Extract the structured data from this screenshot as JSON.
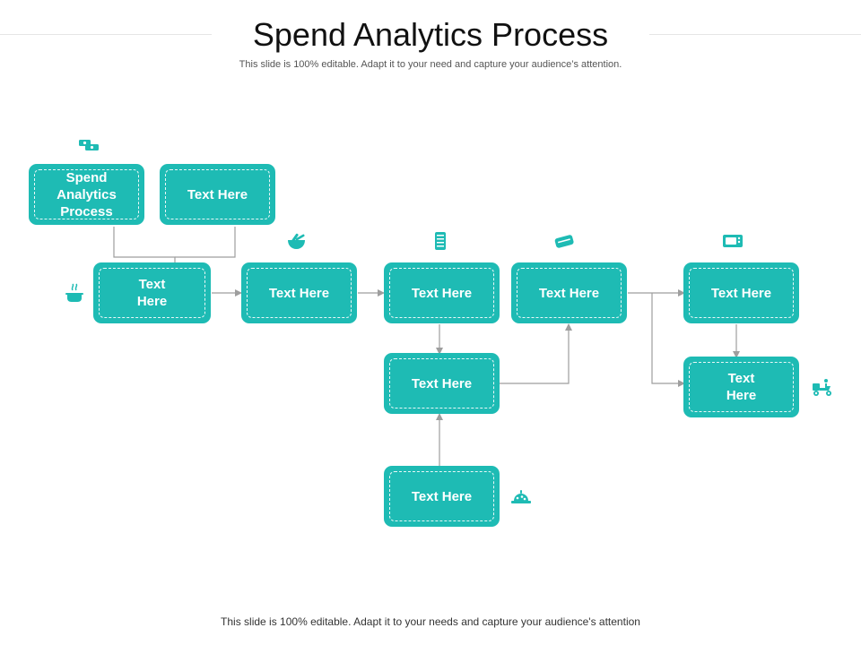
{
  "header": {
    "title": "Spend Analytics Process",
    "subtitle": "This slide is 100% editable. Adapt it to your need and capture your audience’s attention."
  },
  "footer": {
    "text": "This slide is 100% editable. Adapt it to your needs and capture your audience's attention"
  },
  "nodes": {
    "spend": "Spend\nAnalytics\nProcess",
    "top_right": "Text Here",
    "left": "Text\nHere",
    "second": "Text Here",
    "center": "Text Here",
    "fourth": "Text Here",
    "far_right": "Text Here",
    "middle": "Text Here",
    "bottom": "Text Here",
    "lower_right": "Text\nHere"
  },
  "icons": [
    "money-icon",
    "bowl-icon",
    "server-rack-icon",
    "wallet-icon",
    "microwave-icon",
    "cooking-pot-icon",
    "delivery-scooter-icon",
    "food-tray-icon"
  ],
  "colors": {
    "box": "#1ebbb4",
    "connector": "#9e9e9e",
    "icon": "#1ebbb4"
  }
}
